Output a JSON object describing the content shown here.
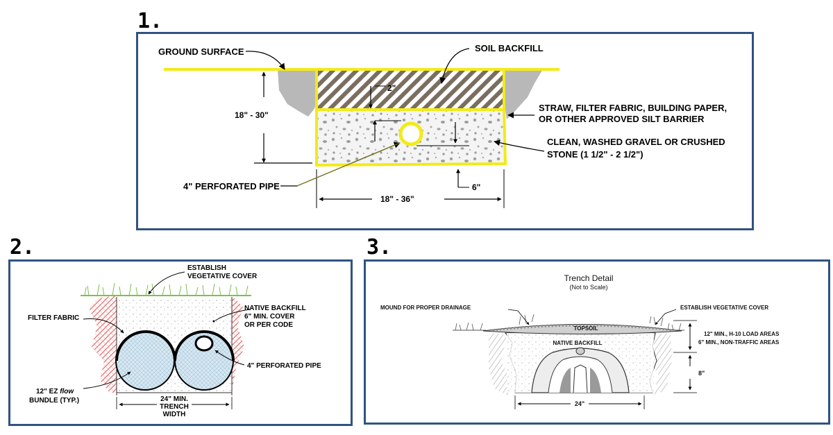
{
  "colors": {
    "panel_border": "#2f5382",
    "highlight": "#f2ea1a",
    "soil_gray": "#b8b8b8",
    "pipe_fill": "#d7e8f2"
  },
  "panel1": {
    "number": "1.",
    "ground_surface": "GROUND SURFACE",
    "soil_backfill": "SOIL BACKFILL",
    "two_inch": "2\"",
    "depth": "18\"  -  30\"",
    "barrier_line1": "STRAW, FILTER FABRIC, BUILDING PAPER,",
    "barrier_line2": "OR OTHER APPROVED SILT BARRIER",
    "gravel_line1": "CLEAN, WASHED GRAVEL OR CRUSHED",
    "gravel_line2": "STONE (1 1/2\" - 2 1/2\")",
    "pipe": "4\" PERFORATED PIPE",
    "six_inch": "6\"",
    "width": "18\"  -  36\""
  },
  "panel2": {
    "number": "2.",
    "veg_line1": "ESTABLISH",
    "veg_line2": "VEGETATIVE COVER",
    "filter_fabric": "FILTER FABRIC",
    "native_line1": "NATIVE BACKFILL",
    "native_line2": "6\" MIN. COVER",
    "native_line3": "OR PER CODE",
    "pipe": "4\" PERFORATED PIPE",
    "bundle_prefix": "12\" EZ ",
    "bundle_flow": "flow",
    "bundle_line2": "BUNDLE (TYP.)",
    "width_line1": "24\" MIN.",
    "width_line2": "TRENCH",
    "width_line3": "WIDTH"
  },
  "panel3": {
    "number": "3.",
    "title": "Trench Detail",
    "subtitle": "(Not to Scale)",
    "mound": "MOUND FOR PROPER DRAINAGE",
    "veg": "ESTABLISH VEGETATIVE COVER",
    "topsoil": "TOPSOIL",
    "native": "NATIVE BACKFILL",
    "cover_line1": "12\" MIN., H-10 LOAD AREAS",
    "cover_line2": "6\" MIN., NON-TRAFFIC AREAS",
    "height": "8\"",
    "width": "24\""
  }
}
